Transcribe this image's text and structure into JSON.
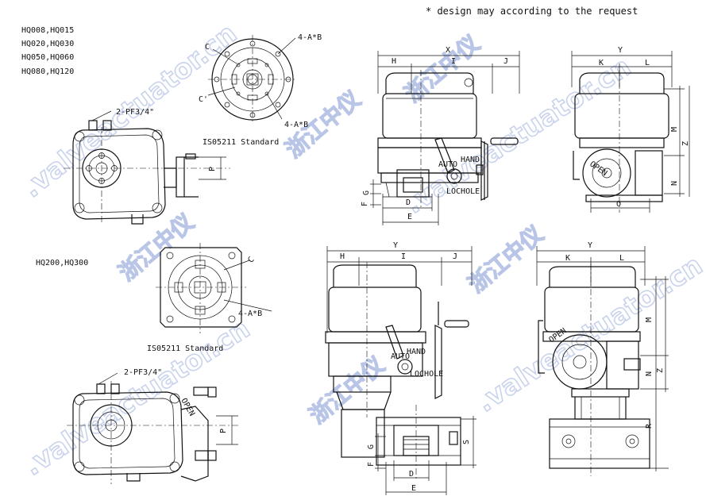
{
  "note": "* design may according to the request",
  "models_group1": [
    "HQ008,HQ015",
    "HQ020,HQ030",
    "HQ050,HQ060",
    "HQ080,HQ120"
  ],
  "models_group2": "HQ200,HQ300",
  "labels": {
    "pf_top": "2-PF3/4\"",
    "pf_bottom": "2-PF3/4\"",
    "iso_top": "IS05211 Standard",
    "iso_bottom": "IS05211 Standard",
    "bolt_a1": "4-A*B",
    "bolt_a2": "4-A*B",
    "bolt_a3": "4-A*B",
    "open": "OPEN",
    "hand": "HAND",
    "auto": "AUTO",
    "lochole": "LOCHOLE"
  },
  "dims": {
    "X": "X",
    "H": "H",
    "I": "I",
    "J": "J",
    "Y": "Y",
    "K": "K",
    "L": "L",
    "M": "M",
    "N": "N",
    "Z": "Z",
    "D": "D",
    "E": "E",
    "F": "F",
    "G": "G",
    "O": "O",
    "P": "P",
    "C": "C",
    "Cp": "C'",
    "R": "R",
    "S": "S"
  },
  "watermarks": {
    "url_a": ".valveactuator.cn",
    "url_b": ".valveactuator.cn",
    "url_c": ".valveactuator.cn",
    "url_d": ".valveactuator.cn",
    "cn1": "浙江中仪",
    "cn2": "浙江中仪",
    "cn3": "浙江中仪",
    "cn4": "浙江中仪",
    "cn5": "浙江中仪"
  }
}
